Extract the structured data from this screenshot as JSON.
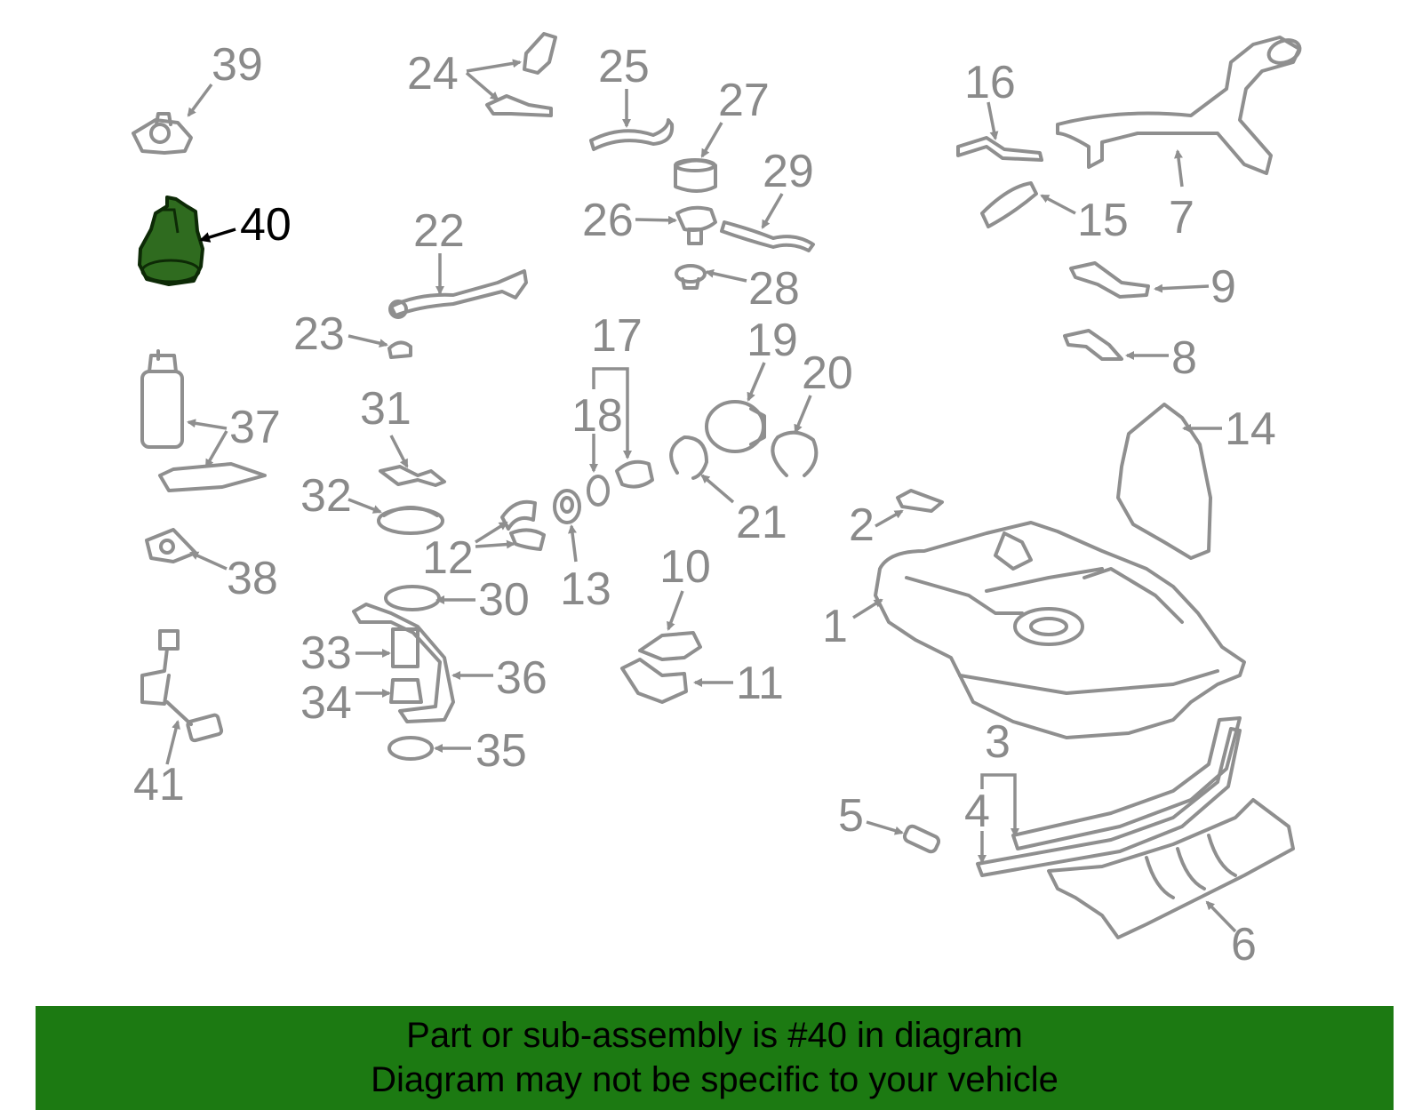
{
  "highlighted_part": "40",
  "colors": {
    "part_outline": "#8f8f8f",
    "label": "#8a8a8a",
    "highlight_fill": "#2f6b1f",
    "banner_bg": "#1c7a12",
    "banner_text": "#000000"
  },
  "callouts": {
    "c1": "1",
    "c2": "2",
    "c3": "3",
    "c4": "4",
    "c5": "5",
    "c6": "6",
    "c7": "7",
    "c8": "8",
    "c9": "9",
    "c10": "10",
    "c11": "11",
    "c12": "12",
    "c13": "13",
    "c14": "14",
    "c15": "15",
    "c16": "16",
    "c17": "17",
    "c18": "18",
    "c19": "19",
    "c20": "20",
    "c21": "21",
    "c22": "22",
    "c23": "23",
    "c24": "24",
    "c25": "25",
    "c26": "26",
    "c27": "27",
    "c28": "28",
    "c29": "29",
    "c30": "30",
    "c31": "31",
    "c32": "32",
    "c33": "33",
    "c34": "34",
    "c35": "35",
    "c36": "36",
    "c37": "37",
    "c38": "38",
    "c39": "39",
    "c40": "40",
    "c41": "41"
  },
  "banner": {
    "line1": "Part or sub-assembly is #40 in diagram",
    "line2": "Diagram may not be specific to your vehicle"
  }
}
